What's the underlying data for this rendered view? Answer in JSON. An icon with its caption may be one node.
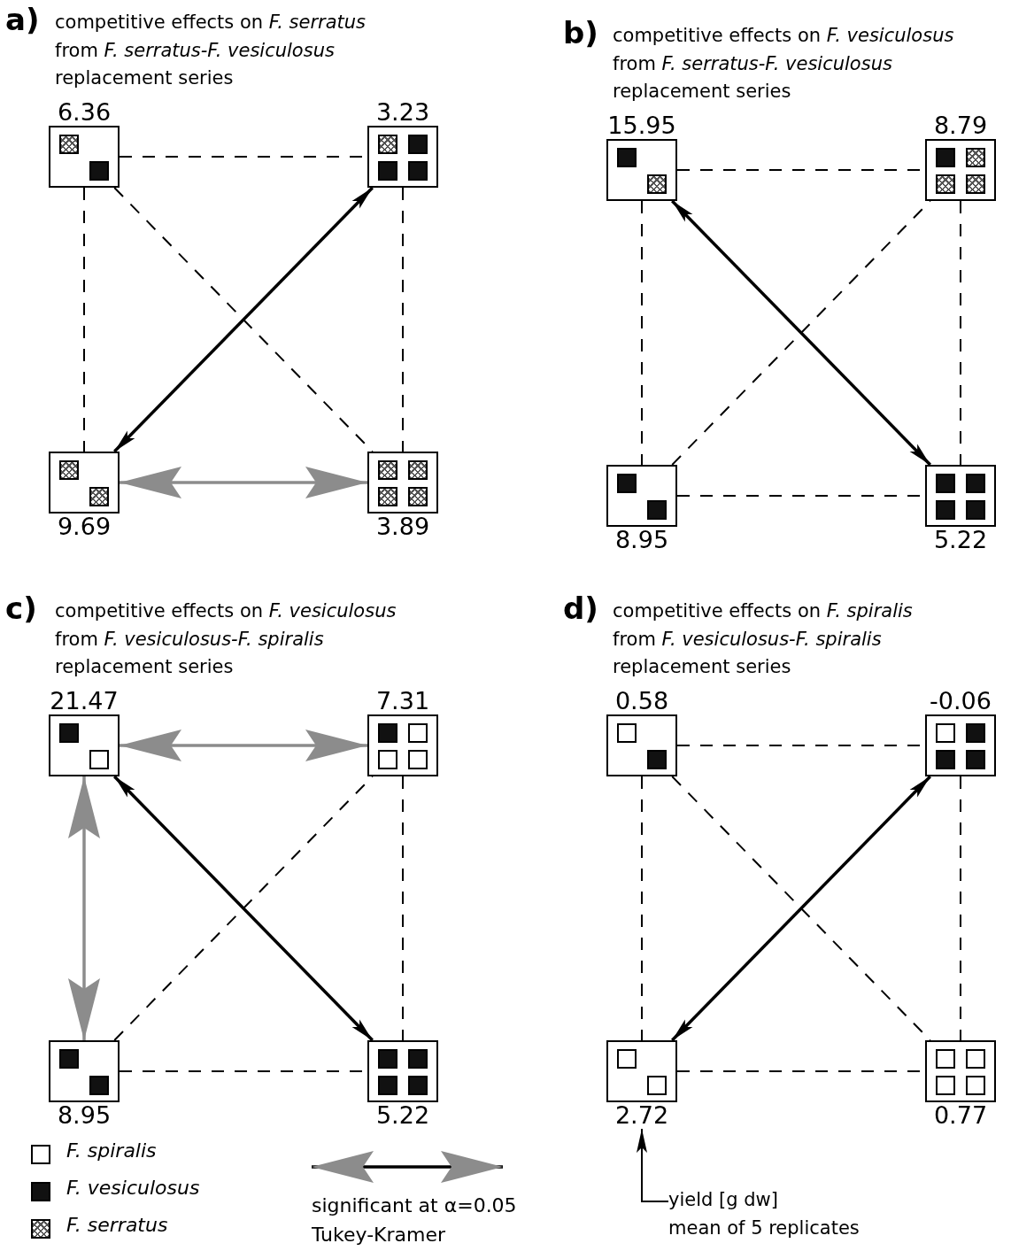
{
  "diagram": {
    "nodes": [
      {
        "text": [
          "6.36"
        ]
      },
      {
        "text": [
          "3.23"
        ]
      },
      {
        "text": [
          "9.69"
        ]
      },
      {
        "text": [
          "3.89"
        ]
      },
      {
        "text": [
          "15.95"
        ]
      },
      {
        "text": [
          "8.79"
        ]
      },
      {
        "text": [
          "8.95"
        ]
      },
      {
        "text": [
          "5.22"
        ]
      },
      {
        "text": [
          "21.47"
        ]
      },
      {
        "text": [
          "7.31"
        ]
      },
      {
        "text": [
          "8.95"
        ]
      },
      {
        "text": [
          "5.22"
        ]
      },
      {
        "text": [
          "0.58"
        ]
      },
      {
        "text": [
          "-0.06"
        ]
      },
      {
        "text": [
          "2.72"
        ]
      },
      {
        "text": [
          "0.77"
        ]
      },
      {
        "text": [
          "yield [g dw]",
          "mean of 5 replicates"
        ]
      }
    ],
    "edges": [
      {
        "from": 0,
        "to": 1,
        "arrow": "none",
        "style": "dashed"
      },
      {
        "from": 0,
        "to": 2,
        "arrow": "none",
        "style": "dashed"
      },
      {
        "from": 0,
        "to": 3,
        "arrow": "none",
        "style": "dashed"
      },
      {
        "from": 1,
        "to": 3,
        "arrow": "none",
        "style": "dashed"
      },
      {
        "from": 2,
        "to": 1,
        "arrow": "both"
      },
      {
        "from": 2,
        "to": 3,
        "arrow": "both",
        "color": "#8c8c8c"
      },
      {
        "from": 4,
        "to": 5,
        "arrow": "none",
        "style": "dashed"
      },
      {
        "from": 4,
        "to": 6,
        "arrow": "none",
        "style": "dashed"
      },
      {
        "from": 5,
        "to": 7,
        "arrow": "none",
        "style": "dashed"
      },
      {
        "from": 6,
        "to": 5,
        "arrow": "none",
        "style": "dashed"
      },
      {
        "from": 4,
        "to": 7,
        "arrow": "both"
      },
      {
        "from": 6,
        "to": 7,
        "arrow": "none",
        "style": "dashed"
      },
      {
        "from": 8,
        "to": 9,
        "arrow": "both",
        "color": "#8c8c8c"
      },
      {
        "from": 8,
        "to": 10,
        "arrow": "both",
        "color": "#8c8c8c"
      },
      {
        "from": 9,
        "to": 11,
        "arrow": "none",
        "style": "dashed"
      },
      {
        "from": 10,
        "to": 9,
        "arrow": "none",
        "style": "dashed"
      },
      {
        "from": 8,
        "to": 11,
        "arrow": "both"
      },
      {
        "from": 10,
        "to": 11,
        "arrow": "none",
        "style": "dashed"
      },
      {
        "from": 12,
        "to": 13,
        "arrow": "none",
        "style": "dashed"
      },
      {
        "from": 12,
        "to": 14,
        "arrow": "none",
        "style": "dashed"
      },
      {
        "from": 12,
        "to": 15,
        "arrow": "none",
        "style": "dashed"
      },
      {
        "from": 13,
        "to": 15,
        "arrow": "none",
        "style": "dashed"
      },
      {
        "from": 14,
        "to": 13,
        "arrow": "both"
      },
      {
        "from": 14,
        "to": 15,
        "arrow": "none",
        "style": "dashed"
      },
      {
        "from": 16,
        "to": 14,
        "arrow": "to"
      }
    ],
    "labels": [
      "a)",
      "competitive effects on *F. serratus* from *F. serratus-F. vesiculosus* replacement series",
      "b)",
      "competitive effects on *F. vesiculosus* from *F. serratus-F. vesiculosus* replacement series",
      "c)",
      "competitive effects on *F. vesiculosus* from *F. vesiculosus-F. spiralis* replacement series",
      "d)",
      "competitive effects on *F. spiralis* from *F. vesiculosus-F. spiralis* replacement series"
    ],
    "legend": [
      {
        "text": "F. spiralis",
        "color": "#ffffff"
      },
      {
        "text": "F. vesiculosus",
        "color": "#111111"
      },
      {
        "text": "F. serratus"
      },
      {
        "text": "significant at α=0.05 Tukey-Kramer"
      }
    ]
  }
}
